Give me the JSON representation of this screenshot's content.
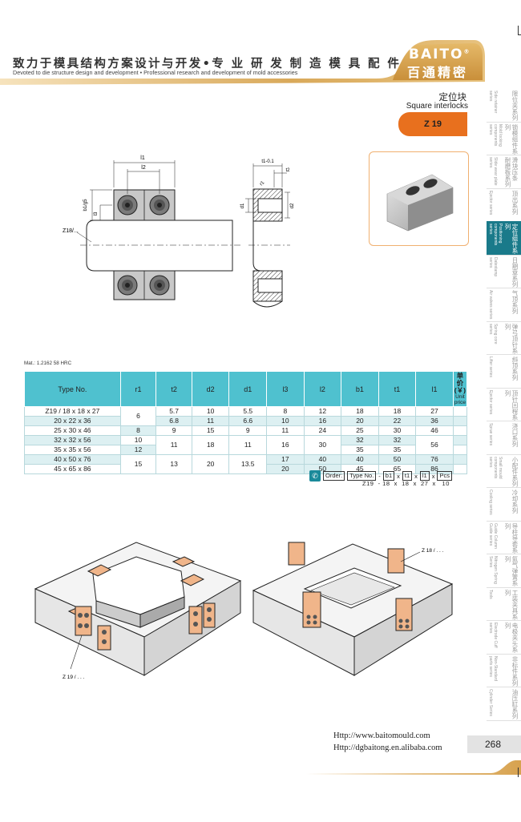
{
  "header": {
    "title_cn": "致力于模具结构方案设计与开发•专 业 研 发 制 造 模 具 配 件",
    "subtitle_en": "Devoted to die structure design and development   • Professional research and development of mold accessories",
    "logo_en": "BAITO",
    "logo_reg": "®",
    "logo_cn": "百通精密"
  },
  "product": {
    "name_cn": "定位块",
    "name_en": "Square interlocks",
    "code": "Z 19"
  },
  "side_nav": [
    {
      "cn": "限位夹系列",
      "en": "Side retainer series"
    },
    {
      "cn": "锁模组件系列",
      "en": "Mold locking components series"
    },
    {
      "cn": "滑块压条 耐磨板系列",
      "en": "Slide wear plate series"
    },
    {
      "cn": "顶出系列",
      "en": "Ejector series"
    },
    {
      "cn": "定位组件系列",
      "en": "Positioning components series"
    },
    {
      "cn": "日期章系列",
      "en": "Datestamp series"
    },
    {
      "cn": "气顶系列",
      "en": "Air valves series"
    },
    {
      "cn": "弹弓顶针系列",
      "en": "Spring core series"
    },
    {
      "cn": "斜顶系列",
      "en": "Lifter series"
    },
    {
      "cn": "顶针回程系列",
      "en": "Ejector series"
    },
    {
      "cn": "浇口系列",
      "en": "Sprue series"
    },
    {
      "cn": "小配件系列",
      "en": "Small mould components series"
    },
    {
      "cn": "冷却系列",
      "en": "Cooling series"
    },
    {
      "cn": "导柱导套系列",
      "en": "Guide Column Guide series"
    },
    {
      "cn": "氮气弹簧系列",
      "en": "Nitrogen Spring Series"
    },
    {
      "cn": "工装夹具系列",
      "en": "Tools"
    },
    {
      "cn": "电极夹头系列",
      "en": "Electrode Cuff series"
    },
    {
      "cn": "非标件系列",
      "en": "Non-Standard parts series"
    },
    {
      "cn": "油压缸系列",
      "en": "Cylinder Series"
    }
  ],
  "drawing_labels": {
    "l1": "l1",
    "l2": "l2",
    "b1": "b1/g5",
    "l3": "l3",
    "t1": "t1-0.1",
    "t2": "t2",
    "r1": "r1",
    "d1": "d1",
    "d2": "d2",
    "z18": "Z18/...",
    "z18b": "Z 18 / . . .",
    "z19": "Z 19 / . . ."
  },
  "material": "Mat.: 1.2162 58 HRC",
  "table": {
    "headers": [
      "Type No.",
      "r1",
      "t2",
      "d2",
      "d1",
      "l3",
      "l2",
      "b1",
      "t1",
      "l1"
    ],
    "price_cn": "单价(￥)",
    "price_en": "Unit price",
    "cells": {
      "type": [
        "Z19 / 18 x 18 x 27",
        "20 x 22 x 36",
        "25 x 30 x 46",
        "32 x 32 x 56",
        "35 x 35 x 56",
        "40 x 50 x 76",
        "45 x 65 x 86"
      ],
      "r1": [
        "6",
        "8",
        "10",
        "12",
        "15"
      ],
      "t2": [
        "5.7",
        "6.8",
        "9",
        "11",
        "13"
      ],
      "d2": [
        "10",
        "11",
        "15",
        "18",
        "20"
      ],
      "d1": [
        "5.5",
        "6.6",
        "9",
        "11",
        "13.5"
      ],
      "l3": [
        "8",
        "10",
        "11",
        "16",
        "17",
        "20"
      ],
      "l2": [
        "12",
        "16",
        "24",
        "30",
        "40",
        "50"
      ],
      "b1": [
        "18",
        "20",
        "25",
        "32",
        "35",
        "40",
        "45"
      ],
      "t1": [
        "18",
        "22",
        "30",
        "32",
        "35",
        "50",
        "65"
      ],
      "l1": [
        "27",
        "36",
        "46",
        "56",
        "76",
        "86"
      ]
    }
  },
  "order": {
    "label": "Order:",
    "type_no": "Type No.",
    "b1": "b1",
    "t1": "t1",
    "l1": "l1",
    "pcs": "Pcs",
    "dash": "-",
    "x": "x",
    "example": "Z19  - 18  x  18  x  27  x   10"
  },
  "footer": {
    "url1": "Http://www.baitomould.com",
    "url2": "Http://dgbaitong.en.alibaba.com",
    "page": "268"
  },
  "colors": {
    "accent": "#e8701e",
    "teal": "#4fc1cf",
    "nav_active": "#1a7a8a",
    "gold": "#d9a95a"
  }
}
